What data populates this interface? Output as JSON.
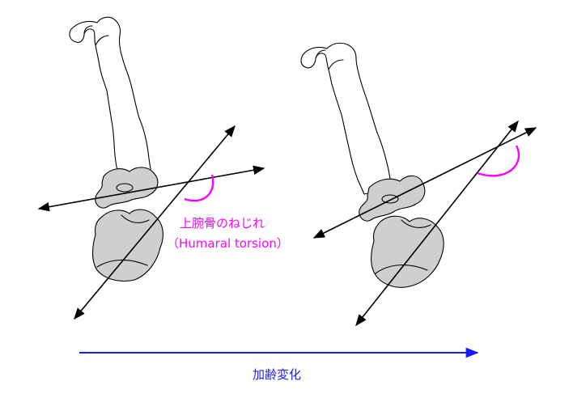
{
  "annotation": {
    "line1": "上腕骨のねじれ",
    "line2": "（Humaral torsion）"
  },
  "progression_label": "加齢変化",
  "colors": {
    "angle_arc": "#ff00ff",
    "progression_arrow": "#1a1aff",
    "bone_fill": "#cfcfcf",
    "outline": "#000000"
  }
}
